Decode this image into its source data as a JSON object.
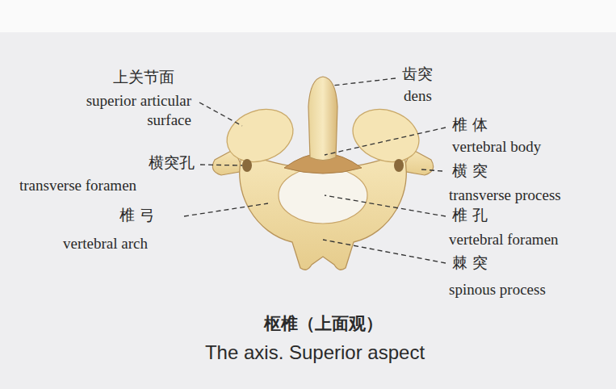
{
  "diagram": {
    "labels": [
      "上关节面",
      "superior articular surface",
      "横突孔",
      "transverse foramen",
      "椎 弓",
      "vertebral arch",
      "齿突",
      "dens",
      "椎 体",
      "vertebral body",
      "横 突",
      "transverse process",
      "椎 孔",
      "vertebral foramen",
      "棘 突",
      "spinous process",
      "枢椎（上面观）",
      "The axis. Superior aspect"
    ]
  }
}
